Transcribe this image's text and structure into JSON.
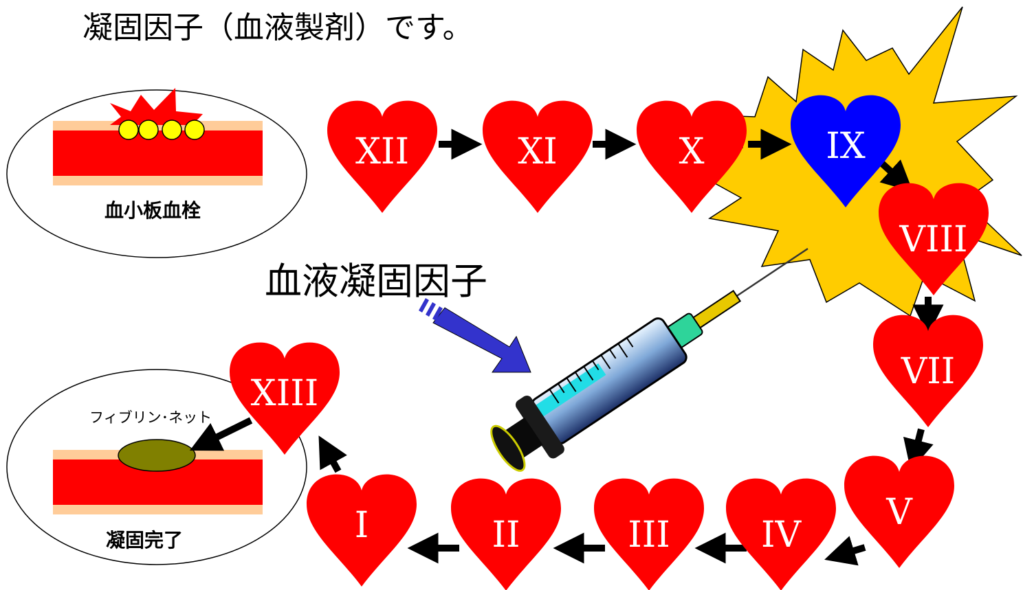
{
  "title": "凝固因子（血液製剤）です。",
  "injection_label": "血液凝固因子",
  "platelet_panel": {
    "caption": "血小板血栓"
  },
  "clot_panel": {
    "caption": "凝固完了",
    "fibrin_label": "フィブリン･ネット"
  },
  "factors": [
    {
      "id": "XII",
      "label": "XII",
      "color": "#ff0000"
    },
    {
      "id": "XI",
      "label": "XI",
      "color": "#ff0000"
    },
    {
      "id": "X",
      "label": "X",
      "color": "#ff0000"
    },
    {
      "id": "IX",
      "label": "IX",
      "color": "#0000ff",
      "highlighted": true
    },
    {
      "id": "VIII",
      "label": "VIII",
      "color": "#ff0000"
    },
    {
      "id": "VII",
      "label": "VII",
      "color": "#ff0000"
    },
    {
      "id": "V",
      "label": "V",
      "color": "#ff0000"
    },
    {
      "id": "IV",
      "label": "IV",
      "color": "#ff0000"
    },
    {
      "id": "III",
      "label": "III",
      "color": "#ff0000"
    },
    {
      "id": "II",
      "label": "II",
      "color": "#ff0000"
    },
    {
      "id": "I",
      "label": "I",
      "color": "#ff0000"
    },
    {
      "id": "XIII",
      "label": "XIII",
      "color": "#ff0000"
    }
  ],
  "colors": {
    "vessel_wall": "#ffcc99",
    "vessel_blood": "#ff0000",
    "platelet": "#ffff00",
    "fibrin_net": "#808000",
    "starburst": "#ffcc00",
    "arrow_blue": "#3333cc"
  }
}
